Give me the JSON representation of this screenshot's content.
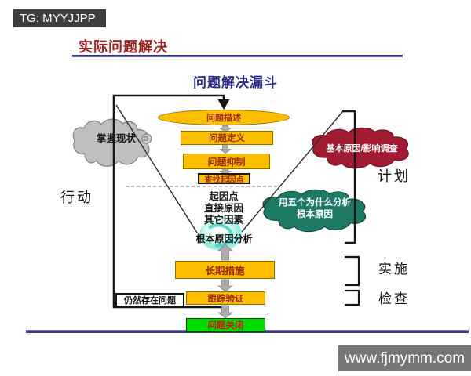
{
  "badges": {
    "tg": "TG: MYYJJPP",
    "site": "www.fjmymm.com"
  },
  "header": {
    "title": "实际问题解决"
  },
  "diagram": {
    "title": "问题解决漏斗",
    "funnel_steps": [
      {
        "label": "问题描述",
        "shape": "ellipse"
      },
      {
        "label": "问题定义",
        "shape": "box"
      },
      {
        "label": "问题抑制",
        "shape": "box"
      },
      {
        "label": "查找起因点",
        "shape": "box-bold-border"
      }
    ],
    "inner_items": [
      "起因点",
      "直接原因",
      "其它因素"
    ],
    "root_cause_label": "根本原因分析",
    "bottom_steps": [
      {
        "label": "长期措施"
      },
      {
        "label": "跟踪验证"
      },
      {
        "label": "问题关闭"
      }
    ],
    "loop_label": "仍然存在问题",
    "clouds": [
      {
        "name": "current-state",
        "label": "掌握现状",
        "color": "#bfbfbf"
      },
      {
        "name": "basic-cause",
        "label": "基本原因/影响调查",
        "color": "#a11c33"
      },
      {
        "name": "five-why",
        "label_line1": "用五个为什么分析",
        "label_line2": "根本原因",
        "color": "#1e7a67"
      }
    ],
    "pdca": {
      "action": "行动",
      "plan": "计划",
      "do": "实施",
      "check": "检查"
    }
  },
  "palette": {
    "step_fill": "#fcbf00",
    "step_text": "#9b2800",
    "close_fill": "#00dc00",
    "close_text": "#d11414",
    "line_navy": "#32327d",
    "title_red": "#9c2121",
    "swirl_cyan": "#7fe8dc"
  }
}
